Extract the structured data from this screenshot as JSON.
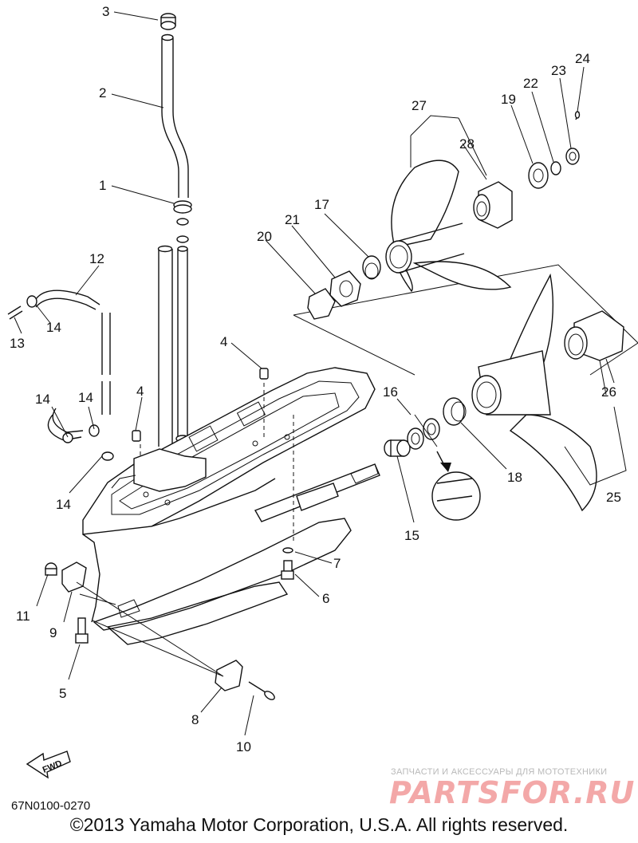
{
  "diagram": {
    "part_numbers": [
      "1",
      "2",
      "3",
      "4",
      "4",
      "5",
      "6",
      "7",
      "8",
      "9",
      "10",
      "11",
      "12",
      "13",
      "14",
      "14",
      "14",
      "14",
      "15",
      "16",
      "17",
      "18",
      "19",
      "20",
      "21",
      "22",
      "23",
      "24",
      "25",
      "26",
      "27",
      "28"
    ],
    "fwd_label": "FWD",
    "diagram_code": "67N0100-0270",
    "copyright": "©2013 Yamaha Motor Corporation, U.S.A. All rights reserved."
  },
  "watermark": {
    "tagline": "ЗАПЧАСТИ И АКСЕССУАРЫ ДЛЯ МОТОТЕХНИКИ",
    "brand": "PARTSFOR.RU",
    "color": "#f3a8a8"
  }
}
